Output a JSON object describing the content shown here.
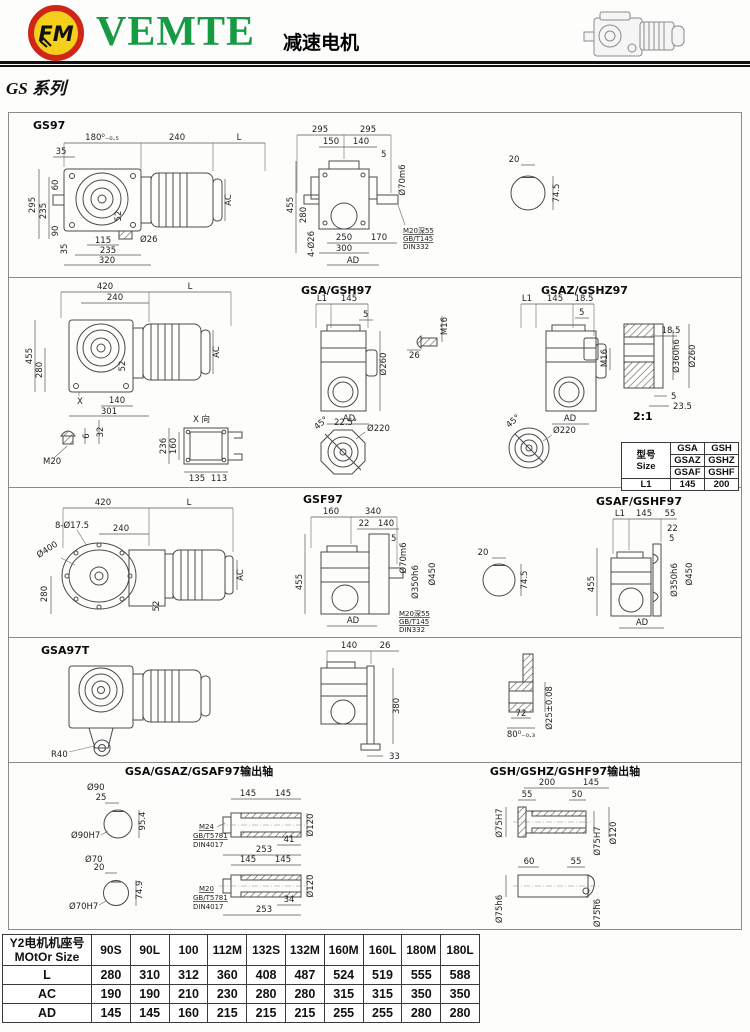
{
  "header": {
    "logo_monogram": "FM",
    "brand": "VEMTE",
    "doc_title": "减速电机",
    "series_title": "GS 系列"
  },
  "sections": {
    "gs97": {
      "title": "GS97",
      "side": {
        "top0": "180⁰₋₀.₅",
        "top1": "240",
        "top2": "L",
        "d35a": "35",
        "v295": "295",
        "v235": "235",
        "v60": "60",
        "v90": "90",
        "v35": "35",
        "b115": "115",
        "b235": "235",
        "b320": "320",
        "dia": "Ø26",
        "ac": "AC",
        "k52": "52"
      },
      "front": {
        "t0": "295",
        "t1": "295",
        "m0": "150",
        "m1": "140",
        "shaft_dia": "Ø70m6",
        "v455": "455",
        "v280": "280",
        "holes": "4-Ø26",
        "b0": "250",
        "b1": "170",
        "b2": "300",
        "ad": "AD",
        "note0": "M20深55",
        "note1": "GB/T145",
        "note2": "DIN332"
      },
      "key": {
        "w": "20",
        "h": "74.5"
      }
    },
    "gsa_gsh97": {
      "title": "GSA/GSH97",
      "side": {
        "t0": "420",
        "t1": "240",
        "t2": "L",
        "v455": "455",
        "v280": "280",
        "b140": "140",
        "b301": "301",
        "x": "X",
        "ac": "AC",
        "k52": "52"
      },
      "m20": {
        "label": "M20",
        "d6": "6",
        "d32": "32"
      },
      "xview": {
        "title": "X 向",
        "v236": "236",
        "v160": "160",
        "b135": "135",
        "b113": "113"
      },
      "front": {
        "t0": "L1",
        "t1": "145",
        "d5": "5",
        "dia": "Ø260",
        "ad": "AD"
      },
      "m16": {
        "label": "M16",
        "d26": "26"
      },
      "oct": {
        "a45": "45°",
        "a225": "22.5°",
        "dia": "Ø220"
      }
    },
    "gsaz_gshz97": {
      "title": "GSAZ/GSHZ97",
      "front": {
        "t0": "L1",
        "t1": "145",
        "t2": "18.5",
        "d5": "5",
        "ad": "AD"
      },
      "circ": {
        "a45": "45°",
        "dia": "Ø220"
      },
      "detail": {
        "m16": "M16",
        "d185": "18.5",
        "dia360": "Ø360h6",
        "dia260": "Ø260",
        "d5": "5",
        "d235": "23.5",
        "scale": "2:1"
      }
    },
    "gsf97": {
      "title": "GSF97",
      "side": {
        "t420": "420",
        "tL": "L",
        "holes": "8-Ø17.5",
        "d240": "240",
        "dia400": "Ø400",
        "v280": "280",
        "ac": "AC",
        "k52": "52"
      },
      "front": {
        "t160": "160",
        "t340": "340",
        "d22": "22",
        "d140": "140",
        "d5": "5",
        "dia70": "Ø70m6",
        "dia350": "Ø350h6",
        "dia450": "Ø450",
        "v455": "455",
        "ad": "AD",
        "note0": "M20深55",
        "note1": "GB/T145",
        "note2": "DIN332"
      },
      "key": {
        "w": "20",
        "h": "74.5"
      }
    },
    "gsaf_gshf97": {
      "title": "GSAF/GSHF97",
      "front": {
        "t0": "L1",
        "t1": "145",
        "t2": "55",
        "d22": "22",
        "d5": "5",
        "v455": "455",
        "dia350": "Ø350h6",
        "dia450": "Ø450",
        "ad": "AD"
      }
    },
    "gsa97t": {
      "title": "GSA97T",
      "r40": "R40",
      "front": {
        "t140": "140",
        "t26": "26",
        "v380": "380",
        "b33": "33"
      },
      "detail": {
        "d72": "72",
        "d80": "80⁰₋₀.₃",
        "dia": "Ø25±0.08"
      }
    },
    "output_a": {
      "title": "GSA/GSAZ/GSAF97输出轴",
      "s90": {
        "label": "Ø90",
        "key": "25",
        "h": "95.4",
        "dia": "Ø90H7"
      },
      "s70": {
        "label": "Ø70",
        "key": "20",
        "h": "74.9",
        "dia": "Ø70H7"
      },
      "shaft1": {
        "t0": "145",
        "t1": "145",
        "dia": "Ø120",
        "n0": "M24",
        "n1": "GB/T5781",
        "n2": "DIN4017",
        "d41": "41",
        "d253": "253"
      },
      "shaft2": {
        "t0": "145",
        "t1": "145",
        "dia": "Ø120",
        "n0": "M20",
        "n1": "GB/T5781",
        "n2": "DIN4017",
        "d34": "34",
        "d253": "253"
      }
    },
    "output_h": {
      "title": "GSH/GSHZ/GSHF97输出轴",
      "hollow": {
        "t200": "200",
        "t145": "145",
        "d55": "55",
        "d50": "50",
        "diaL": "Ø75H7",
        "diaM": "Ø75H7",
        "diaR": "Ø120"
      },
      "solid": {
        "d60": "60",
        "d55": "55",
        "diaL": "Ø75h6",
        "diaM": "Ø75h6"
      }
    }
  },
  "size_table": {
    "h0": "型号",
    "h1": "Size",
    "rows": [
      [
        "GSA",
        "GSH"
      ],
      [
        "GSAZ",
        "GSHZ"
      ],
      [
        "GSAF",
        "GSHF"
      ]
    ],
    "l1": "L1",
    "l1v": [
      "145",
      "200"
    ]
  },
  "motor_table": {
    "head0": "Y2电机机座号",
    "head1": "MOtOr Size",
    "cols": [
      "90S",
      "90L",
      "100",
      "112M",
      "132S",
      "132M",
      "160M",
      "160L",
      "180M",
      "180L"
    ],
    "rows": [
      {
        "label": "L",
        "v": [
          "280",
          "310",
          "312",
          "360",
          "408",
          "487",
          "524",
          "519",
          "555",
          "588"
        ]
      },
      {
        "label": "AC",
        "v": [
          "190",
          "190",
          "210",
          "230",
          "280",
          "280",
          "315",
          "315",
          "350",
          "350"
        ]
      },
      {
        "label": "AD",
        "v": [
          "145",
          "145",
          "160",
          "215",
          "215",
          "215",
          "255",
          "255",
          "280",
          "280"
        ]
      }
    ]
  }
}
